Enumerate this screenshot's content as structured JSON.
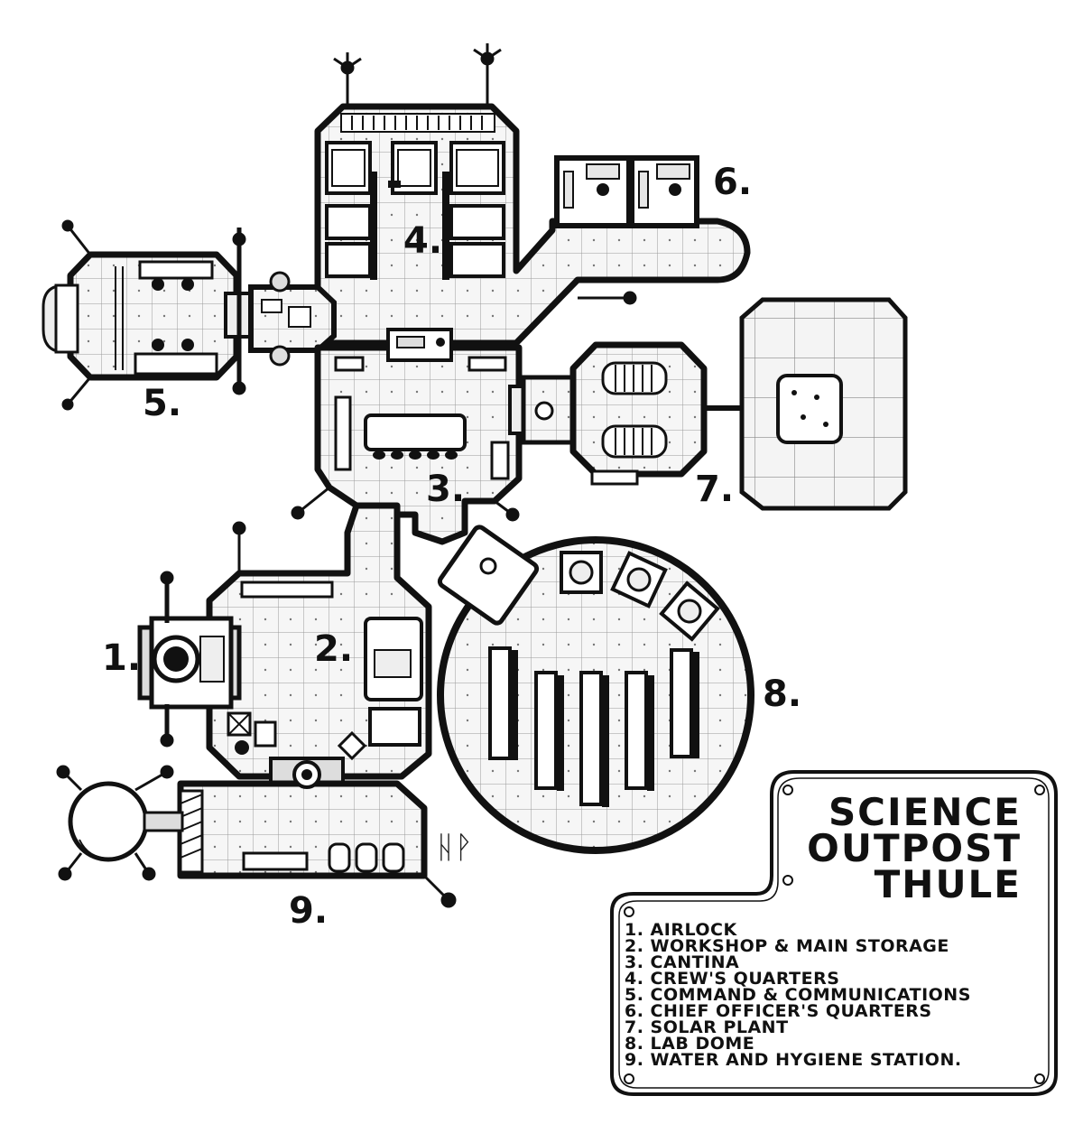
{
  "title": {
    "line1": "SCIENCE",
    "line2": "OUTPOST",
    "line3": "THULE"
  },
  "room_labels": [
    "1.",
    "2.",
    "3.",
    "4.",
    "5.",
    "6.",
    "7.",
    "8.",
    "9."
  ],
  "legend": [
    "1. AIRLOCK",
    "2. WORKSHOP & MAIN STORAGE",
    "3. CANTINA",
    "4. CREW'S QUARTERS",
    "5. COMMAND & COMMUNICATIONS",
    "6. CHIEF OFFICER'S QUARTERS",
    "7. SOLAR PLANT",
    "8. LAB DOME",
    "9. WATER AND HYGIENE STATION."
  ],
  "signature": "ᚺᚹ",
  "colors": {
    "ink": "#111111",
    "floor": "#f4f4f4",
    "grid": "#b8b8b8",
    "shadow": "#555555"
  }
}
